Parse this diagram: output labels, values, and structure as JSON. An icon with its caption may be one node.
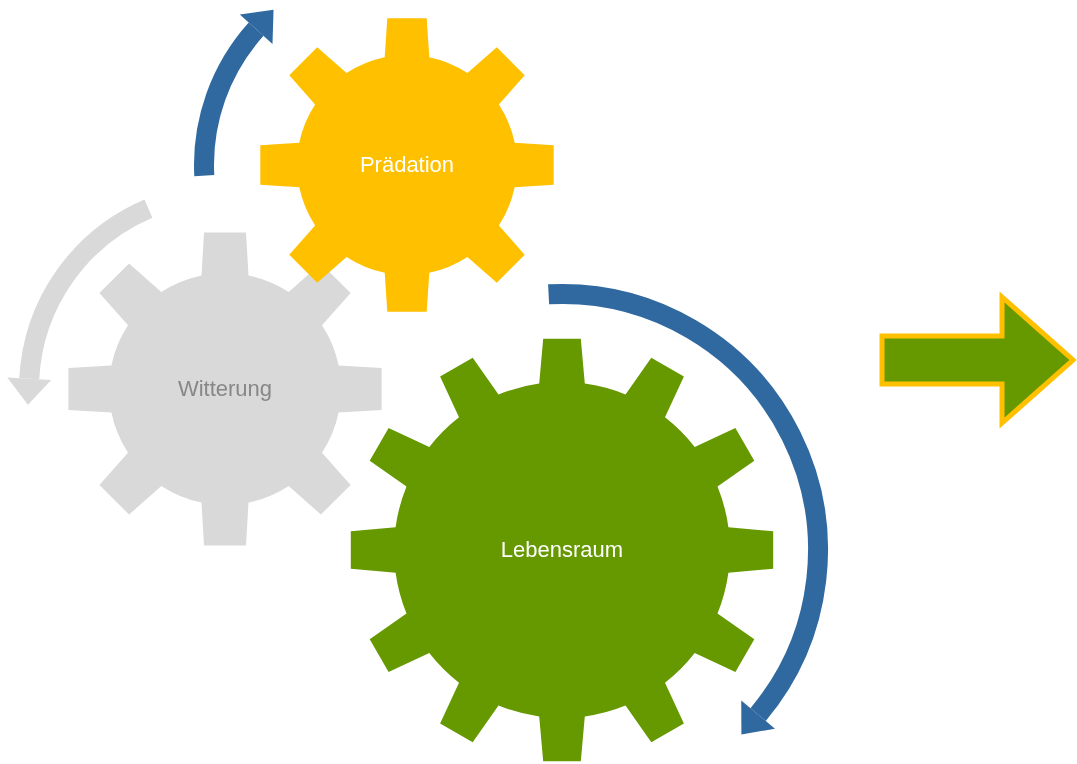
{
  "diagram": {
    "nodes": [
      {
        "text": [
          "Witterung"
        ]
      },
      {
        "text": [
          "Prädation"
        ]
      },
      {
        "text": [
          "Lebensraum"
        ]
      }
    ]
  }
}
